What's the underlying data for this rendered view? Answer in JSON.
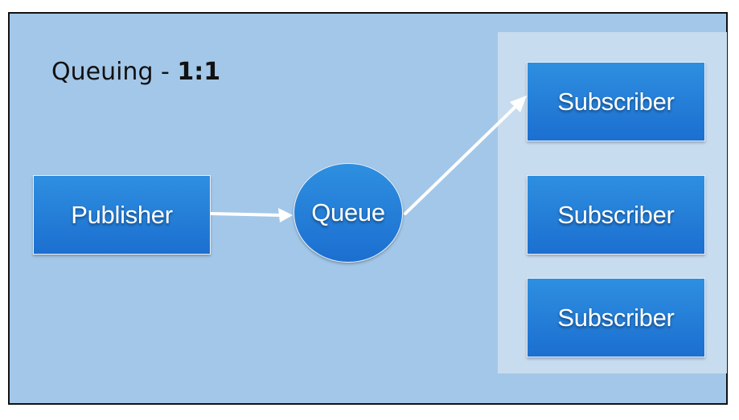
{
  "title": {
    "prefix": "Queuing - ",
    "ratio": "1:1"
  },
  "nodes": {
    "publisher": "Publisher",
    "queue": "Queue",
    "subscribers": [
      "Subscriber",
      "Subscriber",
      "Subscriber"
    ]
  },
  "colors": {
    "background": "#a3c7e8",
    "panel": "#c8dcef",
    "node_fill": "#2380d8",
    "arrow": "#ffffff",
    "text": "#111111"
  }
}
